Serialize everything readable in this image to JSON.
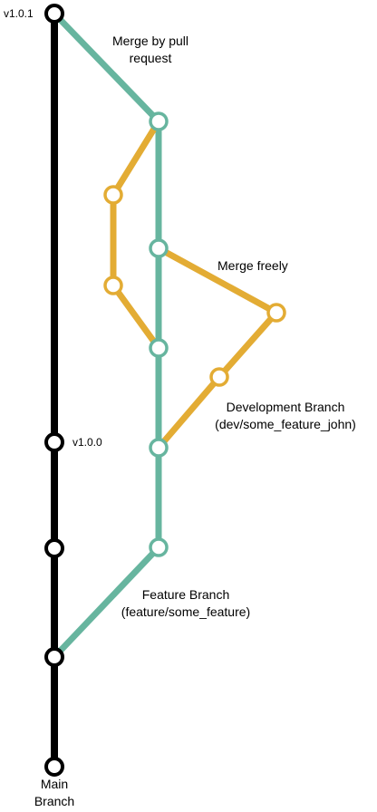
{
  "colors": {
    "main": "#000000",
    "feature": "#67b59f",
    "development": "#e3ac34",
    "node_fill": "#ffffff"
  },
  "labels": {
    "main_branch_line1": "Main",
    "main_branch_line2": "Branch",
    "version_latest": "v1.0.1",
    "version_previous": "v1.0.0",
    "merge_pull_line1": "Merge by pull",
    "merge_pull_line2": "request",
    "merge_freely": "Merge freely",
    "dev_branch_line1": "Development Branch",
    "dev_branch_line2": "(dev/some_feature_john)",
    "feature_branch_line1": "Feature Branch",
    "feature_branch_line2": "(feature/some_feature)"
  }
}
